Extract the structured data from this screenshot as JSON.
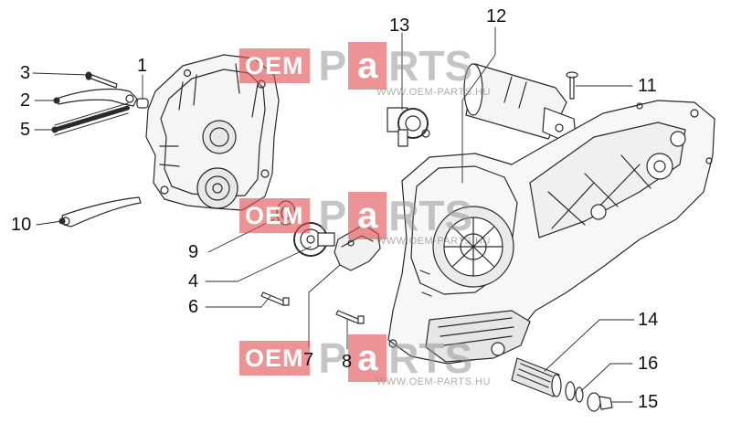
{
  "callouts": {
    "c1": "1",
    "c2": "2",
    "c3": "3",
    "c4": "4",
    "c5": "5",
    "c6": "6",
    "c7": "7",
    "c8": "8",
    "c9": "9",
    "c10": "10",
    "c11": "11",
    "c12": "12",
    "c13": "13",
    "c14": "14",
    "c15": "15",
    "c16": "16"
  },
  "watermark": {
    "brand_box": "OEM",
    "brand_p": "P",
    "brand_a": "a",
    "brand_rts": "RTS",
    "url": "WWW.OEM-PARTS.HU"
  },
  "colors": {
    "line": "#2a2a2a",
    "watermark_red": "#e05254",
    "watermark_gray": "#969696"
  }
}
